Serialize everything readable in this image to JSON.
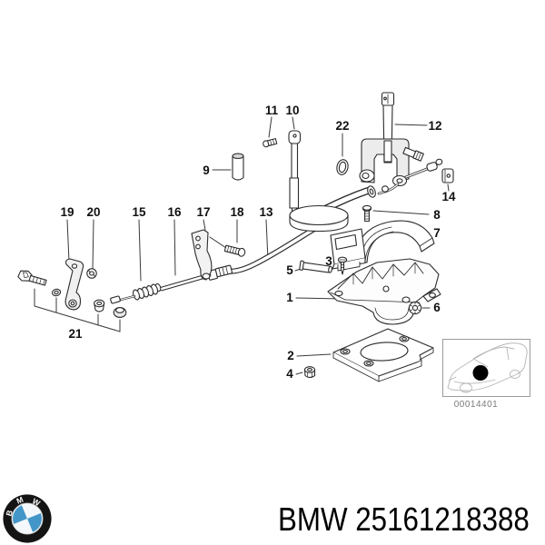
{
  "footer": {
    "text": "BMW 25161218388"
  },
  "logo": {
    "b": "B",
    "m": "M",
    "w": "W"
  },
  "inset": {
    "code": "00014401"
  },
  "callouts": {
    "c1": "1",
    "c2": "2",
    "c3": "3",
    "c4": "4",
    "c5": "5",
    "c6": "6",
    "c7": "7",
    "c8": "8",
    "c9": "9",
    "c10": "10",
    "c11": "11",
    "c12": "12",
    "c13": "13",
    "c14": "14",
    "c15": "15",
    "c16": "16",
    "c17": "17",
    "c18": "18",
    "c19": "19",
    "c20": "20",
    "c21": "21",
    "c22": "22"
  },
  "colors": {
    "line": "#2b2b2b",
    "leader": "#3a3a3a",
    "label": "#111111",
    "shade": "#ececec",
    "inset_border": "#9a9a9a",
    "inset_text": "#7a7a7a",
    "car_line": "#b5b5b5",
    "locator_dot": "#000000",
    "bmw_blue": "#4396c8",
    "logo_black": "#141414"
  }
}
